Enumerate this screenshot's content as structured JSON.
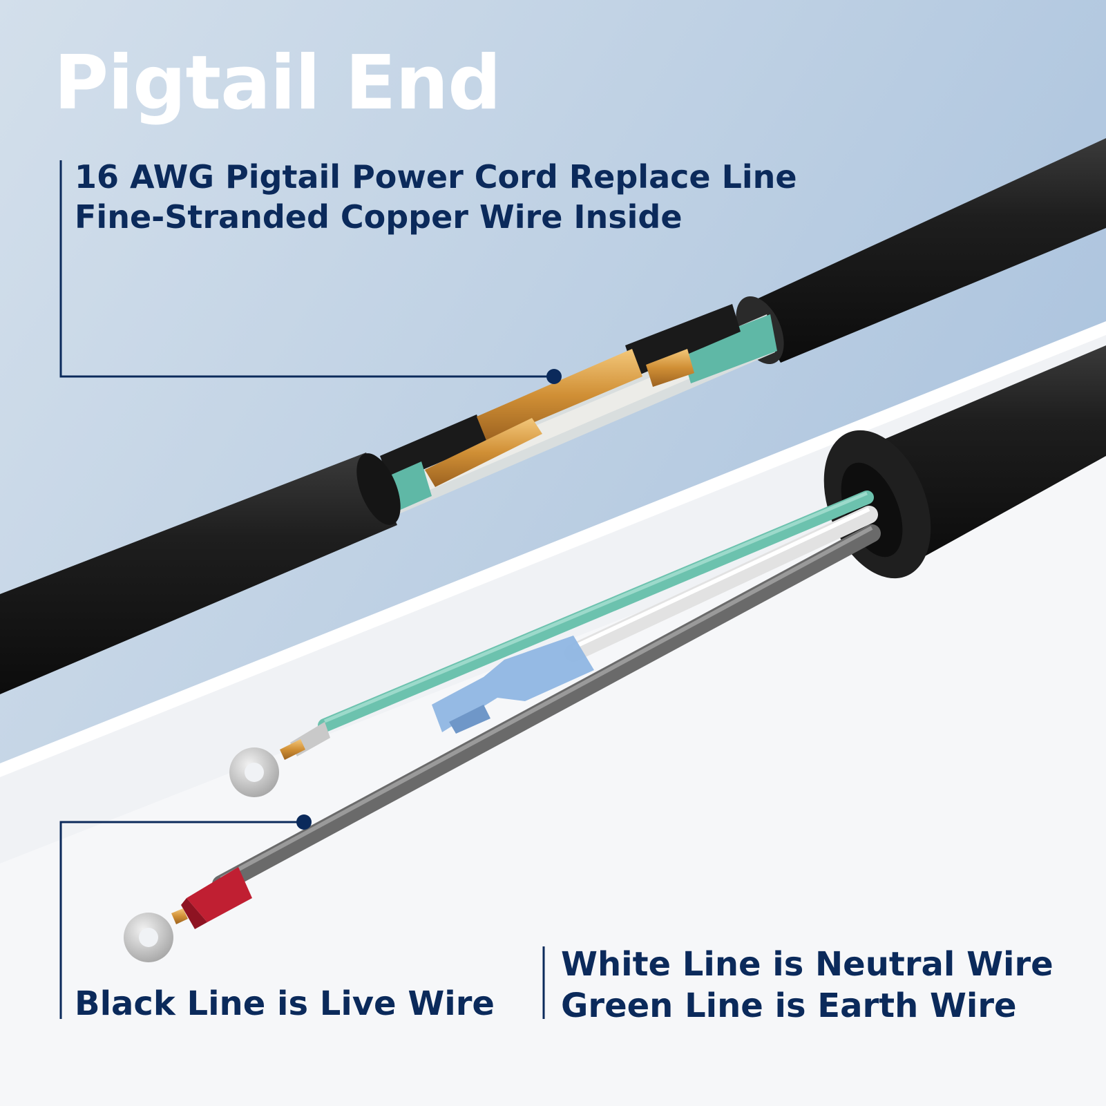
{
  "title": "Pigtail End",
  "callouts": {
    "top": {
      "line1": "16 AWG Pigtail Power Cord Replace Line",
      "line2": "Fine-Stranded Copper Wire Inside"
    },
    "live": {
      "line1": "Black Line is Live Wire"
    },
    "neutral_earth": {
      "line1": "White Line is Neutral Wire",
      "line2": "Green Line is Earth Wire"
    }
  },
  "colors": {
    "text_dark_blue": "#0b2a5b",
    "title_white": "#ffffff",
    "background_blue": "#b5c9df",
    "cable_black": "#1b1b1b",
    "earth_green": "#5fb8a6",
    "neutral_white": "#e6e6e6",
    "live_grey": "#6a6a6a",
    "copper": "#d79a3e",
    "connector_blue": "#8fb6e3",
    "terminal_red": "#c01f32"
  }
}
